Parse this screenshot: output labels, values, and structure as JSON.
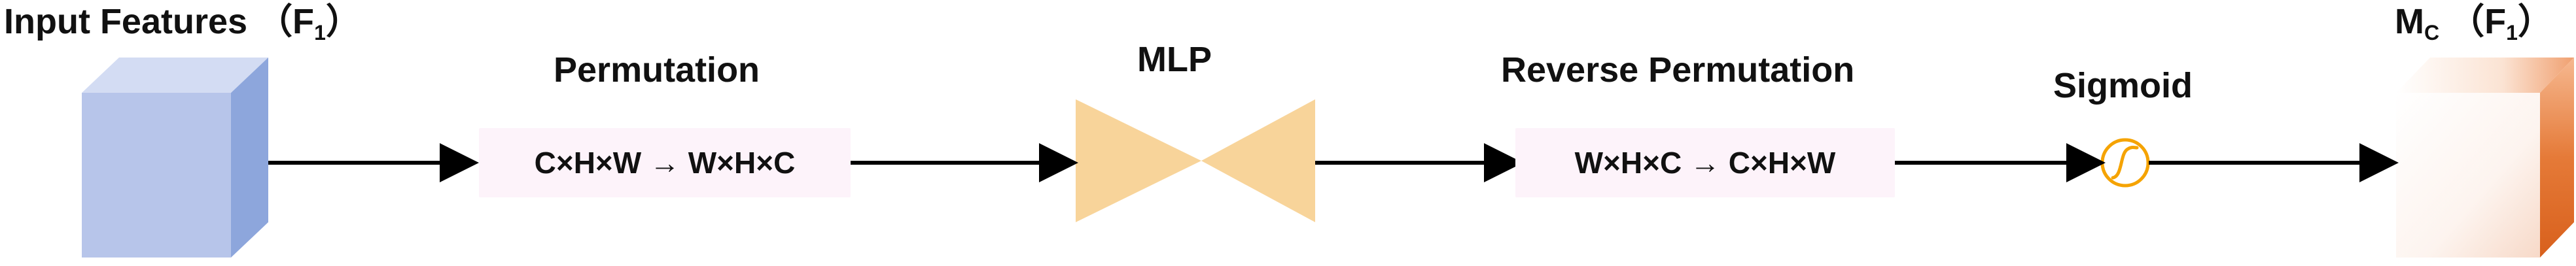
{
  "input": {
    "label_main": "Input Features",
    "label_paren_open": "（F",
    "label_sub": "1",
    "label_paren_close": "）"
  },
  "permutation": {
    "title": "Permutation",
    "content": "C×H×W → W×H×C"
  },
  "mlp": {
    "title": "MLP"
  },
  "reverse_permutation": {
    "title": "Reverse Permutation",
    "content": "W×H×C → C×H×W"
  },
  "sigmoid": {
    "title": "Sigmoid"
  },
  "output": {
    "label_main": "M",
    "label_main_sub": "C",
    "label_paren_open": "（F",
    "label_sub": "1",
    "label_paren_close": "）"
  },
  "colors": {
    "input_cube_front": "#b7c5ea",
    "input_cube_top": "#d3dcf3",
    "input_cube_side": "#8da6dc",
    "permutation_box": "#fdf3fa",
    "mlp_fill": "#f8d49a",
    "sigmoid_stroke": "#f5a300",
    "output_cube_side": "#e2702a",
    "arrow": "#000000"
  }
}
